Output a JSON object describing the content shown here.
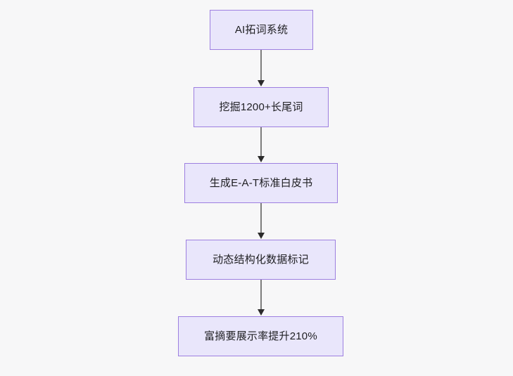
{
  "diagram": {
    "type": "flowchart",
    "direction": "top-to-bottom",
    "background_color": "#f7f7f8",
    "node_fill_color": "#e9e6fb",
    "node_border_color": "#9d7fe0",
    "node_text_color": "#1f1f22",
    "edge_color": "#7d7d7d",
    "arrowhead_color": "#2b2b2b",
    "nodes": [
      {
        "id": "n0",
        "label": "AI拓词系统"
      },
      {
        "id": "n1",
        "label": "挖掘1200+长尾词"
      },
      {
        "id": "n2",
        "label": "生成E-A-T标准白皮书"
      },
      {
        "id": "n3",
        "label": "动态结构化数据标记"
      },
      {
        "id": "n4",
        "label": "富摘要展示率提升210%"
      }
    ],
    "edges": [
      {
        "from": "n0",
        "to": "n1",
        "label": ""
      },
      {
        "from": "n1",
        "to": "n2",
        "label": ""
      },
      {
        "from": "n2",
        "to": "n3",
        "label": ""
      },
      {
        "from": "n3",
        "to": "n4",
        "label": ""
      }
    ]
  }
}
